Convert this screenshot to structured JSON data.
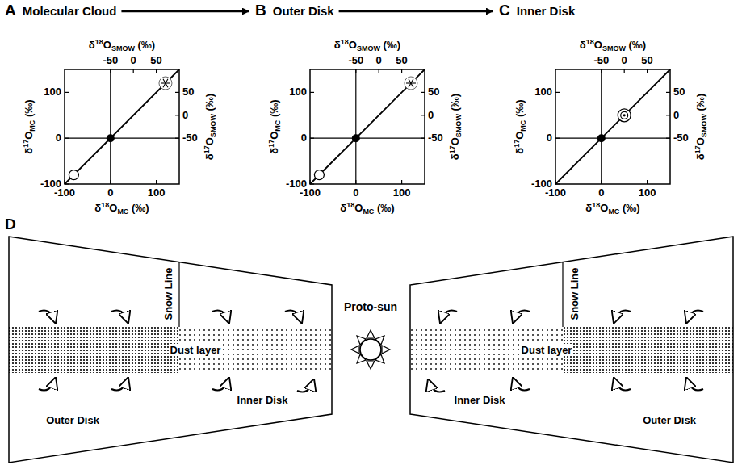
{
  "diagram": {
    "nodes": [
      {
        "text": [
          "A",
          "Molecular Cloud"
        ]
      },
      {
        "text": [
          "B",
          "Outer Disk"
        ]
      },
      {
        "text": [
          "C",
          "Inner Disk"
        ]
      },
      {
        "text": [
          "Snow Line",
          "Dust layer",
          "Outer Disk",
          "Inner Disk"
        ]
      },
      {
        "text": [
          "Snow Line",
          "Dust layer",
          "Inner Disk",
          "Outer Disk"
        ]
      }
    ],
    "edges": [
      {
        "from": 0,
        "to": 1,
        "arrow": "to"
      },
      {
        "from": 1,
        "to": 2,
        "arrow": "to"
      }
    ],
    "labels": [
      "δ18OSMOW (‰)",
      "-50",
      "0",
      "50",
      "δ17OMC (‰)",
      "100",
      "0",
      "-100",
      "δ17OSMOW (‰)",
      "50",
      "0",
      "-50",
      "-100",
      "0",
      "100",
      "δ18OMC (‰)",
      "δ18OSMOW (‰)",
      "-50",
      "0",
      "50",
      "δ17OMC (‰)",
      "100",
      "0",
      "-100",
      "δ17OSMOW (‰)",
      "50",
      "0",
      "-50",
      "-100",
      "0",
      "100",
      "δ18OMC (‰)",
      "δ18OSMOW (‰)",
      "-50",
      "0",
      "50",
      "δ17OMC (‰)",
      "100",
      "0",
      "-100",
      "δ17OSMOW (‰)",
      "50",
      "0",
      "-50",
      "-100",
      "0",
      "100",
      "δ18OMC (‰)",
      "D",
      "Proto-sun"
    ]
  }
}
